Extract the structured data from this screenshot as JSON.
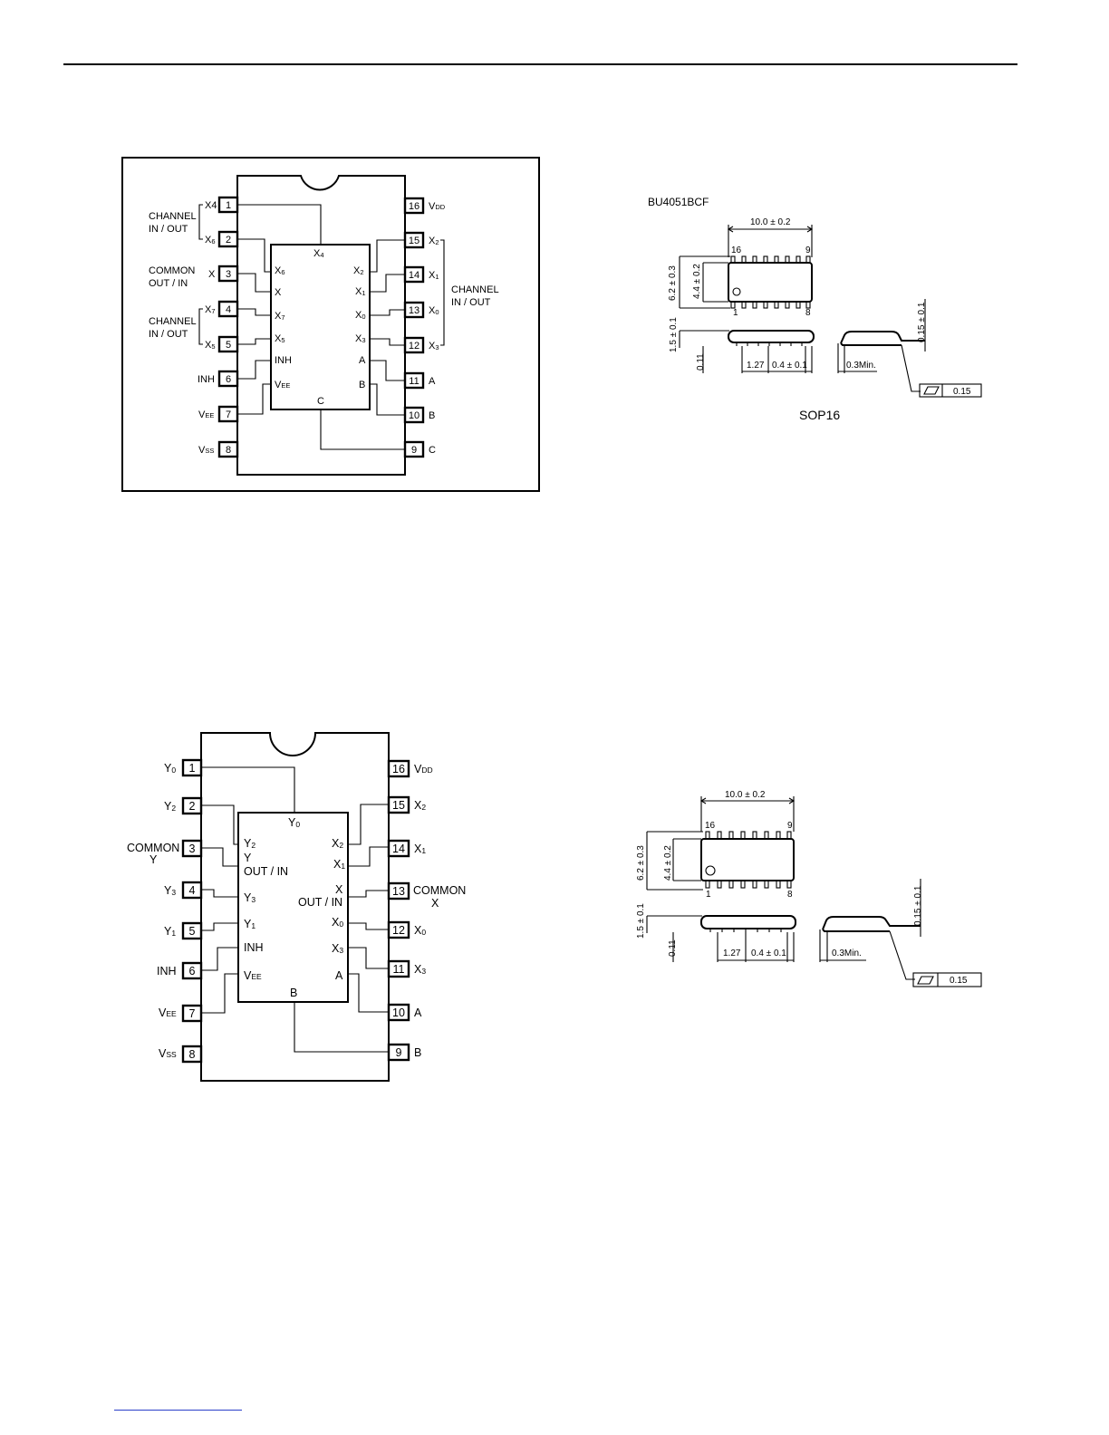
{
  "chip1": {
    "pins": [
      {
        "n": "1",
        "label": "X4",
        "sub": ""
      },
      {
        "n": "2",
        "label": "X",
        "sub": "6"
      },
      {
        "n": "3",
        "label": "X",
        "sub": ""
      },
      {
        "n": "4",
        "label": "X",
        "sub": "7"
      },
      {
        "n": "5",
        "label": "X",
        "sub": "5"
      },
      {
        "n": "6",
        "label": "INH",
        "sub": ""
      },
      {
        "n": "7",
        "label": "V",
        "sub": "EE"
      },
      {
        "n": "8",
        "label": "V",
        "sub": "SS"
      },
      {
        "n": "9",
        "label": "C",
        "sub": ""
      },
      {
        "n": "10",
        "label": "B",
        "sub": ""
      },
      {
        "n": "11",
        "label": "A",
        "sub": ""
      },
      {
        "n": "12",
        "label": "X",
        "sub": "3"
      },
      {
        "n": "13",
        "label": "X",
        "sub": "0"
      },
      {
        "n": "14",
        "label": "X",
        "sub": "1"
      },
      {
        "n": "15",
        "label": "X",
        "sub": "2"
      },
      {
        "n": "16",
        "label": "V",
        "sub": "DD"
      }
    ],
    "inner": [
      {
        "label": "X",
        "sub": "4"
      },
      {
        "label": "X",
        "sub": "6"
      },
      {
        "label": "X",
        "sub": ""
      },
      {
        "label": "X",
        "sub": "7"
      },
      {
        "label": "X",
        "sub": "5"
      },
      {
        "label": "INH",
        "sub": ""
      },
      {
        "label": "V",
        "sub": "EE"
      },
      {
        "label": "C",
        "sub": ""
      },
      {
        "label": "X",
        "sub": "2"
      },
      {
        "label": "X",
        "sub": "1"
      },
      {
        "label": "X",
        "sub": "0"
      },
      {
        "label": "X",
        "sub": "3"
      },
      {
        "label": "A",
        "sub": ""
      },
      {
        "label": "B",
        "sub": ""
      }
    ],
    "groups": {
      "channel_top_l1": "CHANNEL",
      "channel_top_l2": "IN / OUT",
      "common_l1": "COMMON",
      "common_l2": "OUT / IN",
      "channel_mid_l1": "CHANNEL",
      "channel_mid_l2": "IN / OUT",
      "channel_right_l1": "CHANNEL",
      "channel_right_l2": "IN / OUT"
    }
  },
  "package1": {
    "part": "BU4051BCF",
    "name": "SOP16",
    "dims": {
      "length": "10.0 ± 0.2",
      "width_total": "6.2 ± 0.3",
      "width_body": "4.4 ± 0.2",
      "height": "1.5 ± 0.1",
      "standoff": "0.11",
      "pitch": "1.27",
      "lead_width": "0.4 ± 0.1",
      "lead_length": "0.3Min.",
      "lead_thickness": "0.15 ± 0.1",
      "flatness": "0.15"
    },
    "pin_marks": {
      "p16": "16",
      "p9": "9",
      "p1": "1",
      "p8": "8"
    }
  },
  "chip2": {
    "pins": [
      {
        "n": "1",
        "label": "Y",
        "sub": "0"
      },
      {
        "n": "2",
        "label": "Y",
        "sub": "2"
      },
      {
        "n": "3",
        "label": "",
        "sub": ""
      },
      {
        "n": "4",
        "label": "Y",
        "sub": "3"
      },
      {
        "n": "5",
        "label": "Y",
        "sub": "1"
      },
      {
        "n": "6",
        "label": "INH",
        "sub": ""
      },
      {
        "n": "7",
        "label": "V",
        "sub": "EE"
      },
      {
        "n": "8",
        "label": "V",
        "sub": "SS"
      },
      {
        "n": "9",
        "label": "B",
        "sub": ""
      },
      {
        "n": "10",
        "label": "A",
        "sub": ""
      },
      {
        "n": "11",
        "label": "X",
        "sub": "3"
      },
      {
        "n": "12",
        "label": "X",
        "sub": "0"
      },
      {
        "n": "13",
        "label": "",
        "sub": ""
      },
      {
        "n": "14",
        "label": "X",
        "sub": "1"
      },
      {
        "n": "15",
        "label": "X",
        "sub": "2"
      },
      {
        "n": "16",
        "label": "V",
        "sub": "DD"
      }
    ],
    "inner": [
      {
        "label": "Y",
        "sub": "0"
      },
      {
        "label": "Y",
        "sub": "2"
      },
      {
        "label": "Y",
        "sub": ""
      },
      {
        "label": "OUT / IN",
        "sub": ""
      },
      {
        "label": "Y",
        "sub": "3"
      },
      {
        "label": "Y",
        "sub": "1"
      },
      {
        "label": "INH",
        "sub": ""
      },
      {
        "label": "V",
        "sub": "EE"
      },
      {
        "label": "B",
        "sub": ""
      },
      {
        "label": "X",
        "sub": "2"
      },
      {
        "label": "X",
        "sub": "1"
      },
      {
        "label": "X",
        "sub": ""
      },
      {
        "label": "OUT / IN",
        "sub": ""
      },
      {
        "label": "X",
        "sub": "0"
      },
      {
        "label": "X",
        "sub": "3"
      },
      {
        "label": "A",
        "sub": ""
      }
    ],
    "common_y_l1": "COMMON",
    "common_y_l2": "Y",
    "common_x_l1": "COMMON",
    "common_x_l2": "X"
  },
  "package2": {
    "dims": {
      "length": "10.0 ± 0.2",
      "width_total": "6.2 ± 0.3",
      "width_body": "4.4 ± 0.2",
      "height": "1.5 ± 0.1",
      "standoff": "0.11",
      "pitch": "1.27",
      "lead_width": "0.4 ± 0.1",
      "lead_length": "0.3Min.",
      "lead_thickness": "0.15 ± 0.1",
      "flatness": "0.15"
    },
    "pin_marks": {
      "p16": "16",
      "p9": "9",
      "p1": "1",
      "p8": "8"
    }
  }
}
